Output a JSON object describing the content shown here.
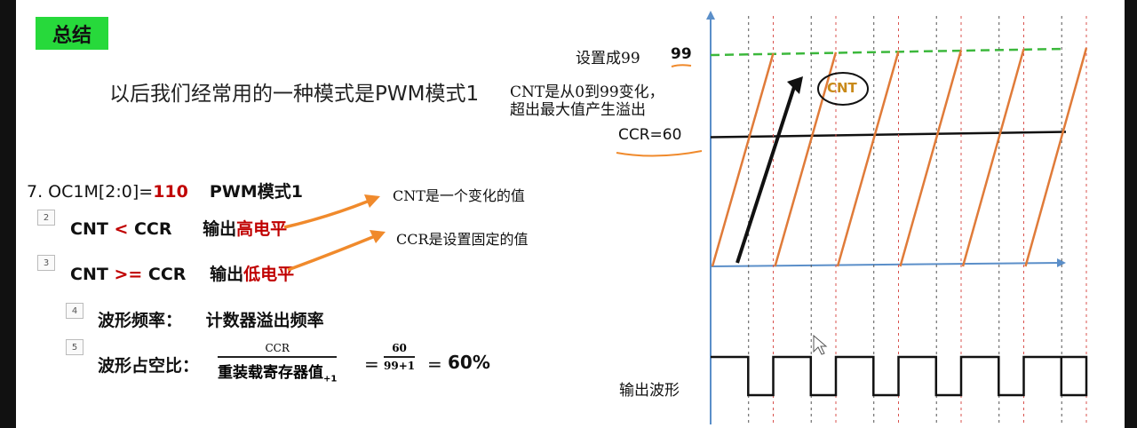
{
  "summary_tag": "总结",
  "headline": "以后我们经常用的一种模式是PWM模式1",
  "mode_line": {
    "prefix": "7. OC1M[2:0]=",
    "code": "110",
    "label": "PWM模式1"
  },
  "items": [
    {
      "num": "2",
      "left": "CNT",
      "op": "<",
      "right": "CCR",
      "out_prefix": "输出",
      "out_value": "高电平"
    },
    {
      "num": "3",
      "left": "CNT",
      "op": ">=",
      "right": "CCR",
      "out_prefix": "输出",
      "out_value": "低电平"
    },
    {
      "num": "4",
      "label": "波形频率：",
      "value": "计数器溢出频率"
    },
    {
      "num": "5",
      "label": "波形占空比："
    }
  ],
  "formula": {
    "f1_top": "CCR",
    "f1_bot": "重装载寄存器值",
    "f1_sub": "+1",
    "eq1": "=",
    "f2_top": "60",
    "f2_bot": "99+1",
    "eq2": "=",
    "result": "60%"
  },
  "notes": {
    "cnt_changing": "CNT是一个变化的值",
    "ccr_fixed": "CCR是设置固定的值",
    "set_to": "设置成99",
    "set_value": "99",
    "cnt_range_1": "CNT是从0到99变化，",
    "cnt_range_2": "超出最大值产生溢出",
    "cnt_label": "CNT",
    "ccr_label": "CCR=60",
    "output_label": "输出波形"
  },
  "colors": {
    "tag_bg": "#27d93b",
    "ramp": "#e07b39",
    "arrow": "#f08a2c",
    "ccr_line": "#111111",
    "max_line": "#3cb83c",
    "axis": "#5b8fc9",
    "red_dotted": "#d9534f"
  },
  "chart_data": {
    "type": "line",
    "series": [
      {
        "name": "CNT",
        "shape": "sawtooth",
        "min": 0,
        "max": 99,
        "periods": 6
      },
      {
        "name": "CCR=60",
        "shape": "constant",
        "value": 60
      },
      {
        "name": "输出波形",
        "shape": "pwm",
        "duty": 0.6,
        "periods": 6
      }
    ],
    "ylim": [
      0,
      99
    ],
    "max_value": 99,
    "ccr_value": 60,
    "duty_cycle_percent": 60
  }
}
